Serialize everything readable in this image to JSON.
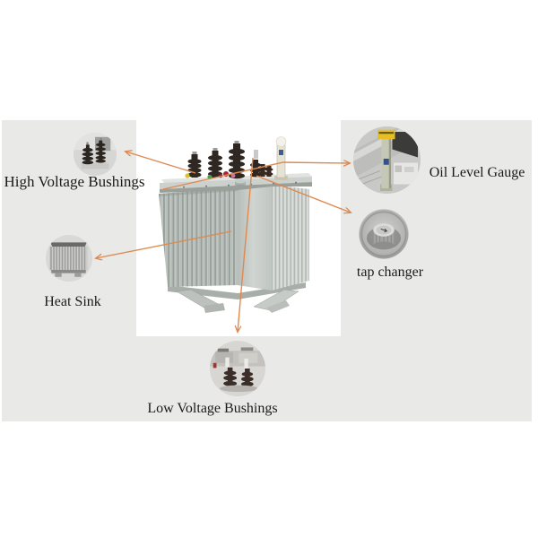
{
  "diagram": {
    "background_color": "#ffffff",
    "panel_color": "#e9e9e7",
    "arrow_color": "#dd8a50",
    "text_color": "#1b1b1b",
    "callouts": [
      {
        "id": "high-voltage-bushings",
        "label": "High Voltage Bushings"
      },
      {
        "id": "oil-level-gauge",
        "label": "Oil Level Gauge"
      },
      {
        "id": "tap-changer",
        "label": "tap changer"
      },
      {
        "id": "heat-sink",
        "label": "Heat Sink"
      },
      {
        "id": "low-voltage-bushings",
        "label": "Low Voltage Bushings"
      }
    ]
  }
}
